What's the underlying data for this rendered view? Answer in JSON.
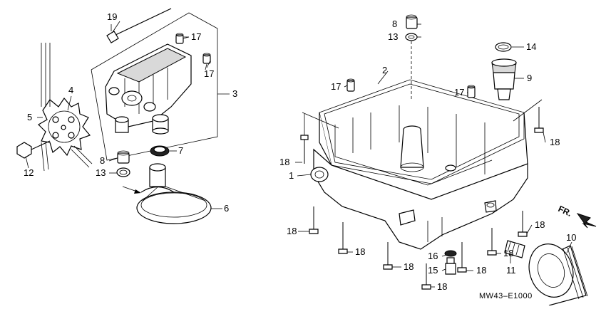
{
  "diagram": {
    "callouts": {
      "c1": "1",
      "c2": "2",
      "c3": "3",
      "c4": "4",
      "c5": "5",
      "c6": "6",
      "c7": "7",
      "c8a": "8",
      "c8b": "8",
      "c9": "9",
      "c10": "10",
      "c11": "11",
      "c12": "12",
      "c13a": "13",
      "c13b": "13",
      "c14": "14",
      "c15": "15",
      "c16": "16",
      "c17a": "17",
      "c17b": "17",
      "c17c": "17",
      "c17d": "17",
      "c18a": "18",
      "c18b": "18",
      "c18c": "18",
      "c18d": "18",
      "c18e": "18",
      "c18f": "18",
      "c18g": "18",
      "c18h": "18",
      "c18i": "18",
      "c19": "19"
    },
    "direction_label": "FR.",
    "drawing_code": "MW43–E1000"
  }
}
